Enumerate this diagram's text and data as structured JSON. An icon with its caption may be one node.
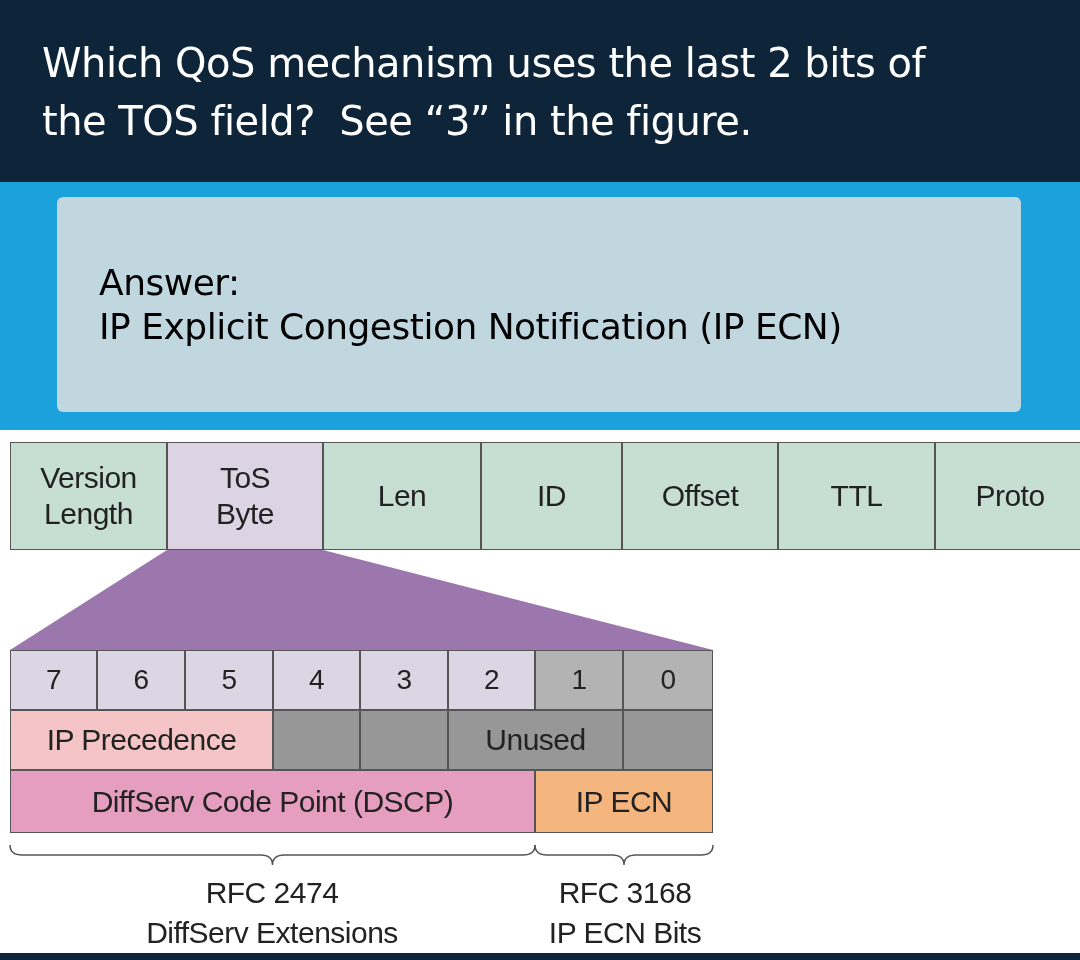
{
  "diagram": {
    "title": "Which QoS mechanism uses the last 2 bits of the TOS field?  See “3” in the figure.",
    "nodes": [
      {
        "text": [
          "Answer:",
          "IP Explicit Congestion Notification (IP ECN)"
        ]
      },
      {
        "text": [
          "Version Length"
        ]
      },
      {
        "text": [
          "ToS Byte"
        ]
      },
      {
        "text": [
          "Len"
        ]
      },
      {
        "text": [
          "ID"
        ]
      },
      {
        "text": [
          "Offset"
        ]
      },
      {
        "text": [
          "TTL"
        ]
      },
      {
        "text": [
          "Proto"
        ]
      },
      {
        "text": [],
        "shape": "trapezoid"
      },
      {
        "text": [
          "7"
        ]
      },
      {
        "text": [
          "6"
        ]
      },
      {
        "text": [
          "5"
        ]
      },
      {
        "text": [
          "4"
        ]
      },
      {
        "text": [
          "3"
        ]
      },
      {
        "text": [
          "2"
        ]
      },
      {
        "text": [
          "1"
        ]
      },
      {
        "text": [
          "0"
        ]
      },
      {
        "text": [
          "IP Precedence"
        ]
      },
      {
        "text": [],
        "shape": "box"
      },
      {
        "text": [],
        "shape": "box"
      },
      {
        "text": [
          "Unused"
        ]
      },
      {
        "text": [],
        "shape": "box"
      },
      {
        "text": [
          "DiffServ Code Point (DSCP)"
        ]
      },
      {
        "text": [
          "IP ECN"
        ]
      }
    ],
    "labels": [
      "RFC 2474",
      "RFC 3168",
      "DiffServ Extensions",
      "IP ECN Bits"
    ]
  }
}
